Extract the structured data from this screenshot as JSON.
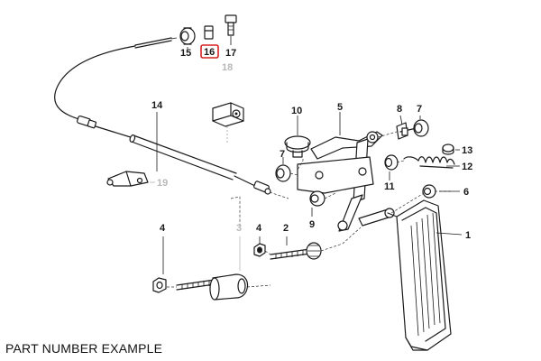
{
  "caption": "PART NUMBER EXAMPLE",
  "highlight_color": "#d62020",
  "callouts": {
    "c1": "1",
    "c2": "2",
    "c3": "3",
    "c4a": "4",
    "c4b": "4",
    "c5": "5",
    "c6": "6",
    "c7a": "7",
    "c7b": "7",
    "c8": "8",
    "c9": "9",
    "c10": "10",
    "c11": "11",
    "c12": "12",
    "c13": "13",
    "c14": "14",
    "c15": "15",
    "c16": "16",
    "c17": "17",
    "c18": "18",
    "c19": "19"
  }
}
